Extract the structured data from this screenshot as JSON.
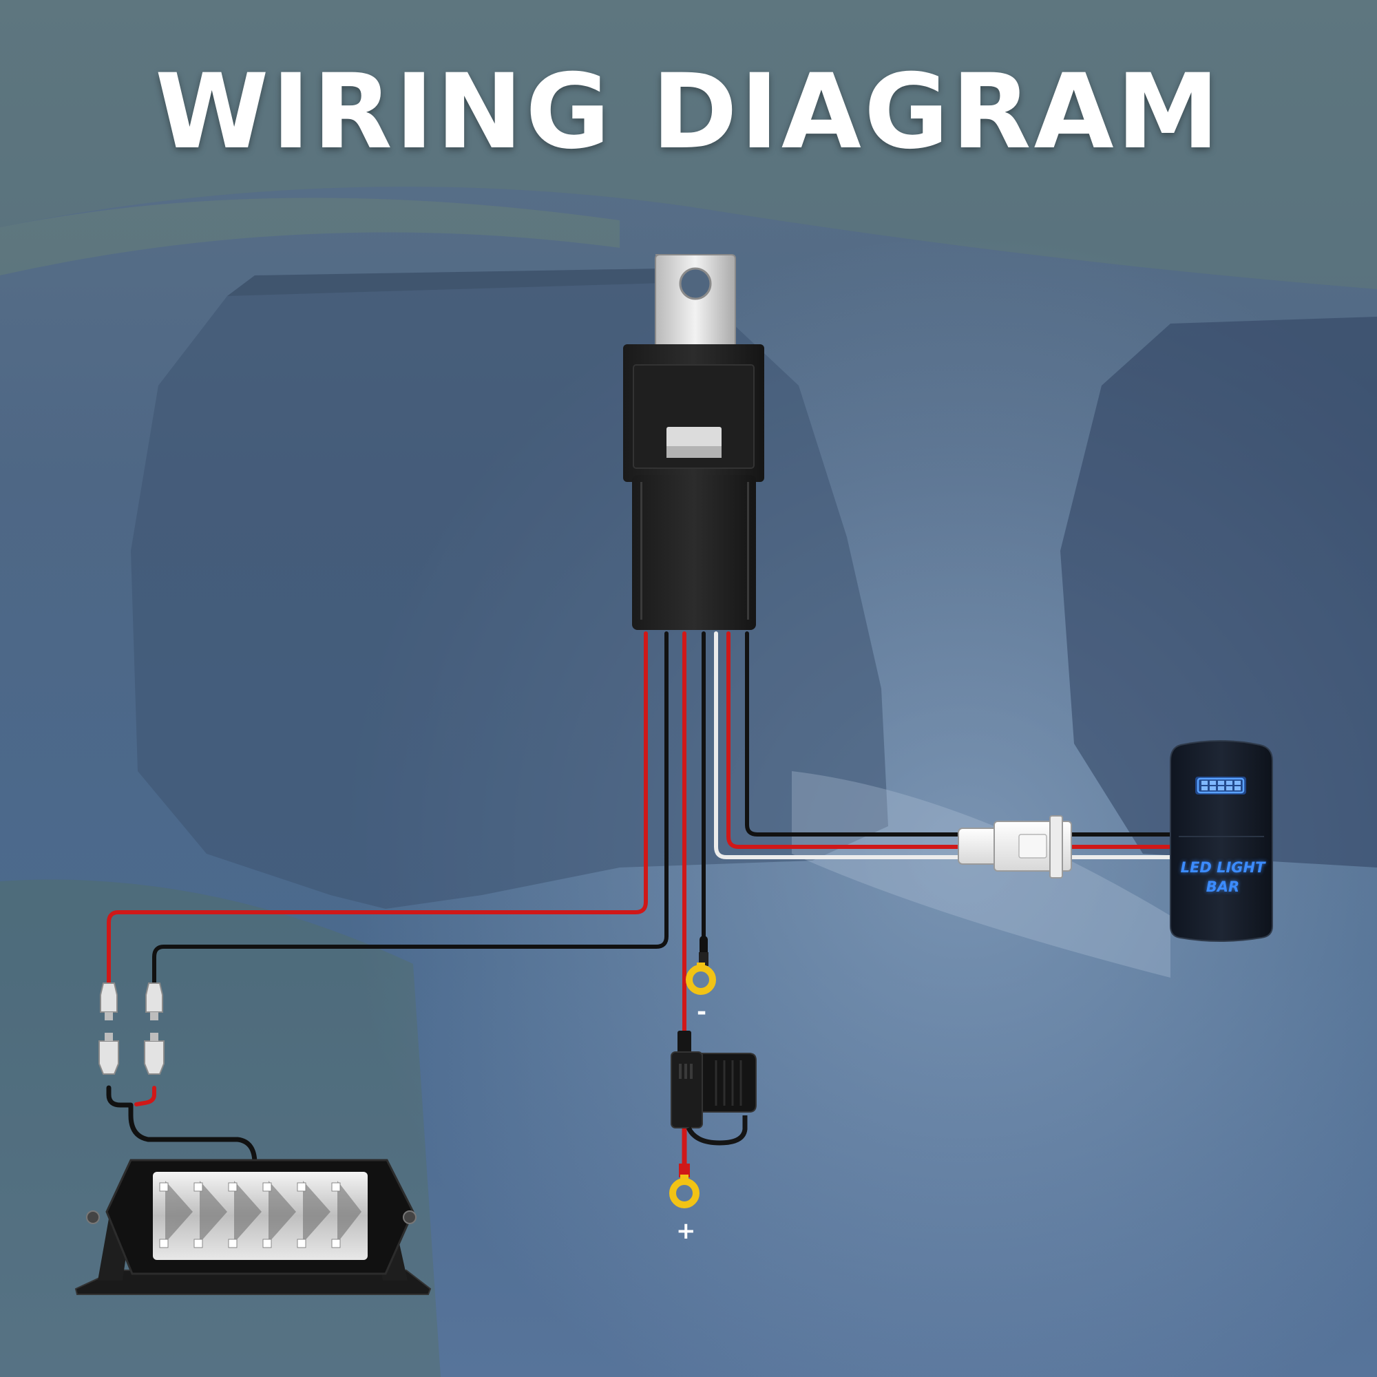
{
  "title": "WIRING DIAGRAM",
  "switch": {
    "label_line1": "LED LIGHT",
    "label_line2": "BAR",
    "glow_color": "#3c8cff"
  },
  "terminals": {
    "negative": "-",
    "positive": "+"
  },
  "wire_colors": {
    "power": "#d01818",
    "ground": "#111111",
    "signal": "#ececec"
  },
  "components": [
    "relay-icon",
    "fuse-holder-icon",
    "rocker-switch-icon",
    "led-light-bar-icon",
    "connector-plug-icon",
    "ring-terminal-icon",
    "spade-connector-icon"
  ]
}
